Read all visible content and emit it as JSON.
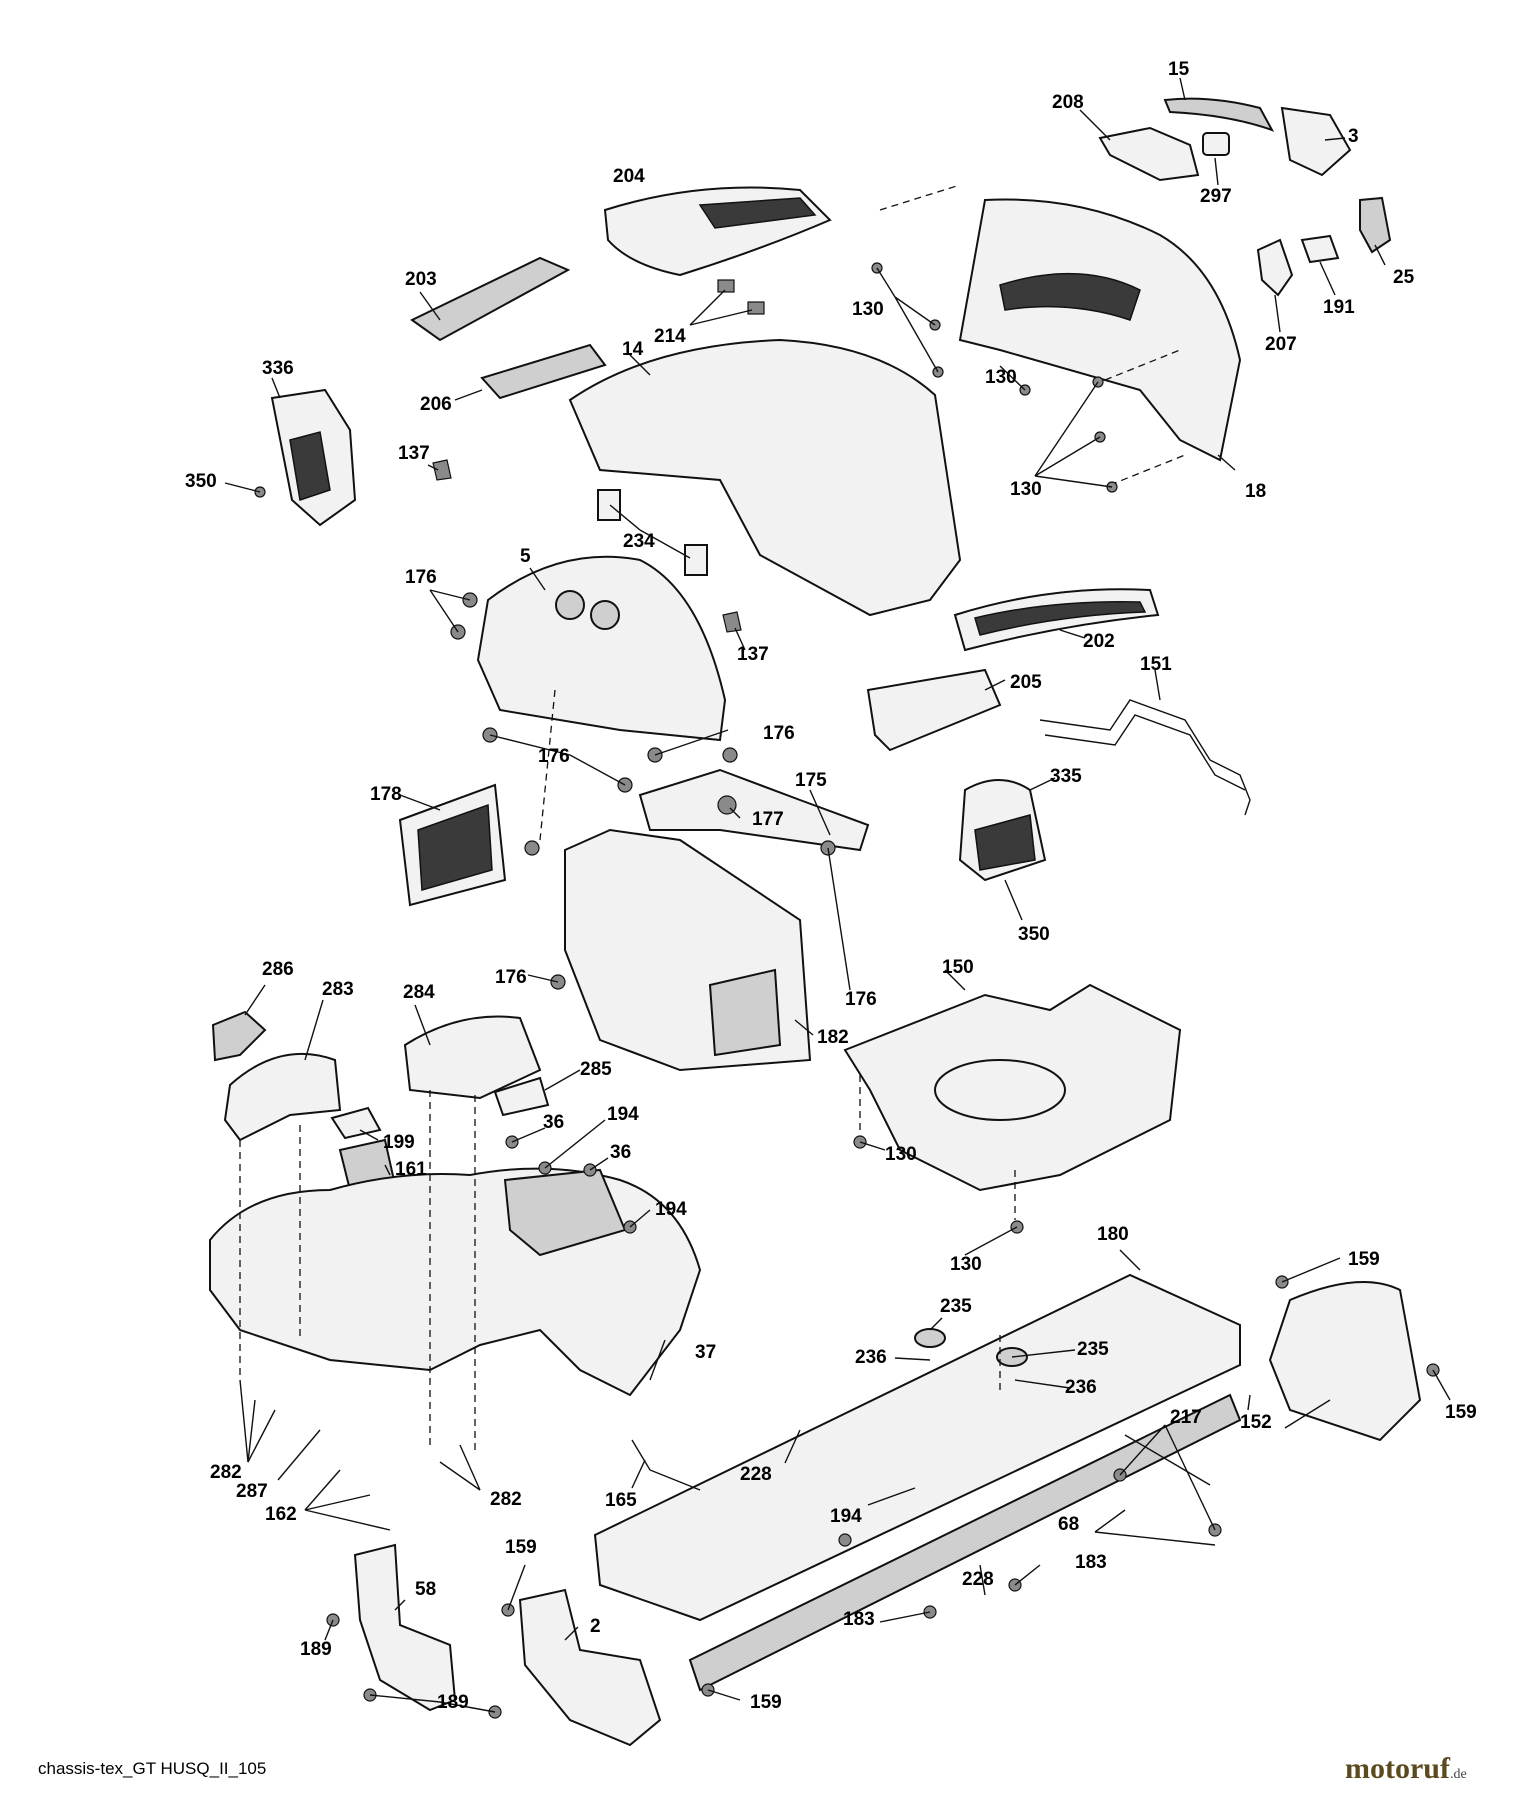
{
  "caption": "chassis-tex_GT HUSQ_II_105",
  "watermark": {
    "name": "motoruf",
    "tld": ".de",
    "color": "#5b4a1e"
  },
  "part_labels": [
    "15",
    "208",
    "3",
    "297",
    "25",
    "191",
    "207",
    "204",
    "130",
    "130",
    "130",
    "18",
    "203",
    "214",
    "14",
    "336",
    "206",
    "350",
    "137",
    "234",
    "5",
    "176",
    "202",
    "137",
    "205",
    "151",
    "176",
    "176",
    "178",
    "177",
    "175",
    "335",
    "350",
    "176",
    "176",
    "182",
    "150",
    "286",
    "283",
    "284",
    "285",
    "36",
    "194",
    "36",
    "199",
    "161",
    "130",
    "194",
    "130",
    "180",
    "159",
    "235",
    "236",
    "235",
    "236",
    "37",
    "152",
    "159",
    "217",
    "282",
    "287",
    "228",
    "165",
    "194",
    "68",
    "162",
    "282",
    "183",
    "228",
    "159",
    "58",
    "2",
    "189",
    "183",
    "189",
    "159"
  ]
}
